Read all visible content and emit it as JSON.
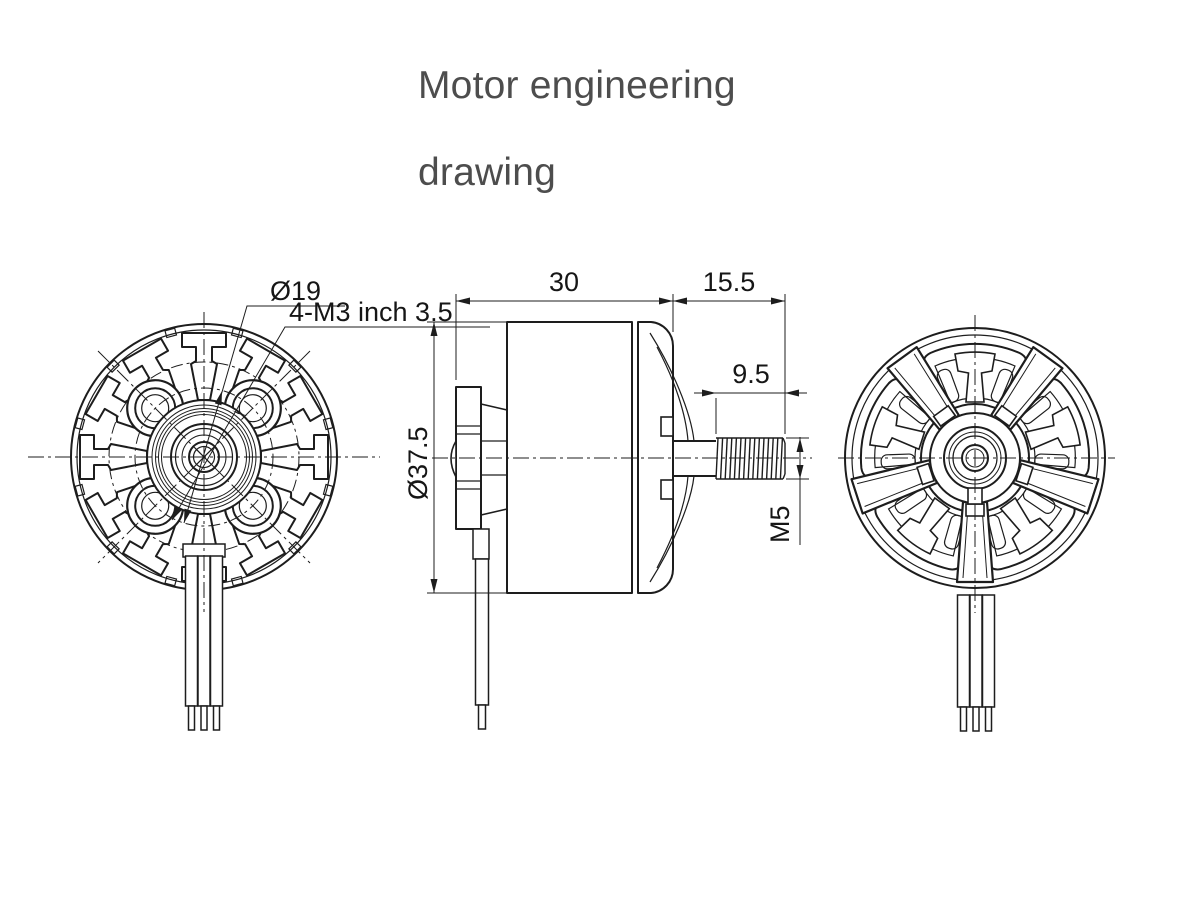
{
  "title": {
    "line1": "Motor engineering",
    "line2": "drawing"
  },
  "front_view": {
    "label_bolt_circle": "Ø19",
    "label_mount_holes": "4-M3 inch 3.5"
  },
  "side_view": {
    "dim_body_length": "30",
    "dim_shaft_length": "15.5",
    "dim_thread_length": "9.5",
    "dim_body_diameter": "Ø37.5",
    "dim_thread_spec": "M5"
  },
  "colors": {
    "line_color": "#1d1d1d",
    "title_color": "#4d4d4d",
    "background": "#ffffff"
  }
}
